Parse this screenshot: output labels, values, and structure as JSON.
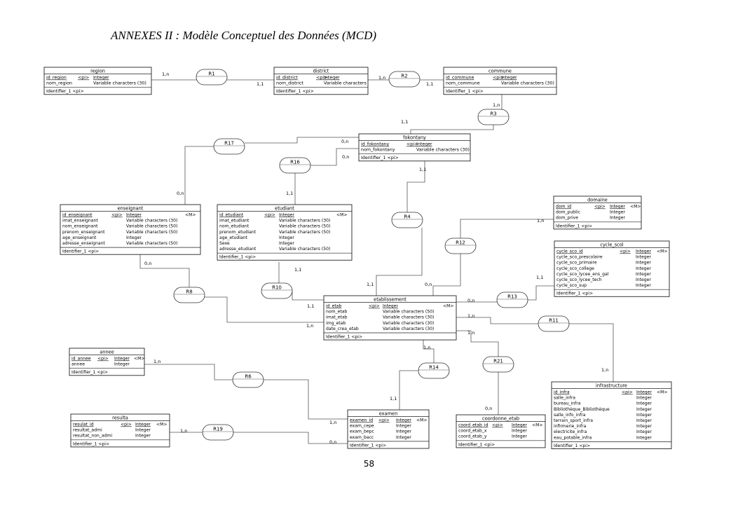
{
  "page": {
    "title": "ANNEXES II : Modèle Conceptuel des Données (MCD)",
    "page_number": "58"
  },
  "entities": [
    {
      "id": "region",
      "name": "region",
      "rows": [
        [
          "id_region",
          "<pi>",
          "Integer"
        ],
        [
          "nom_region",
          "",
          "Variable characters (30)"
        ]
      ],
      "identifier": "Identifier_1  <pi>"
    },
    {
      "id": "district",
      "name": "district",
      "rows": [
        [
          "id_district",
          "<pi>",
          "Integer"
        ],
        [
          "nom_district",
          "",
          "Variable characters"
        ]
      ],
      "identifier": "Identifier_1  <pi>"
    },
    {
      "id": "commune",
      "name": "commune",
      "rows": [
        [
          "id_commune",
          "<pi>",
          "Integer"
        ],
        [
          "nom_commune",
          "",
          "Variable characters (30)"
        ]
      ],
      "identifier": "Identifier_1  <pi>"
    },
    {
      "id": "fokontany",
      "name": "fokontany",
      "rows": [
        [
          "id_fokontany",
          "<pi>",
          "Integer"
        ],
        [
          "nom_fokontany",
          "",
          "Variable characters (30)"
        ]
      ],
      "identifier": "Identifier_1  <pi>"
    },
    {
      "id": "enseignant",
      "name": "enseignant",
      "rows": [
        [
          "id_enseignant",
          "<pi>",
          "Integer",
          "<M>"
        ],
        [
          "imat_enseignant",
          "",
          "Variable characters (30)",
          ""
        ],
        [
          "nom_enseignant",
          "",
          "Variable characters (50)",
          ""
        ],
        [
          "prenom_enseignant",
          "",
          "Variable characters (50)",
          ""
        ],
        [
          "age_enseignant",
          "",
          "Integer",
          ""
        ],
        [
          "adresse_enseignant",
          "",
          "Variable characters (50)",
          ""
        ]
      ],
      "identifier": "Identifier_1  <pi>"
    },
    {
      "id": "etudiant",
      "name": "etudiant",
      "rows": [
        [
          "id_etudiant",
          "<pi>",
          "Integer",
          "<M>"
        ],
        [
          "imat_etudiant",
          "",
          "Variable characters (30)",
          ""
        ],
        [
          "nom_etudiant",
          "",
          "Variable characters (50)",
          ""
        ],
        [
          "prenom_etudiant",
          "",
          "Variable characters (50)",
          ""
        ],
        [
          "age_etudiant",
          "",
          "Integer",
          ""
        ],
        [
          "Sexe",
          "",
          "Integer",
          ""
        ],
        [
          "adresse_etudiant",
          "",
          "Variable characters (50)",
          ""
        ]
      ],
      "identifier": "Identifier_1  <pi>"
    },
    {
      "id": "domaine",
      "name": "domaine",
      "rows": [
        [
          "dom_id",
          "<pi>",
          "Integer",
          "<M>"
        ],
        [
          "dom_public",
          "",
          "Integer",
          ""
        ],
        [
          "dom_prive",
          "",
          "Integer",
          ""
        ]
      ],
      "identifier": "Identifier_1  <pi>"
    },
    {
      "id": "cycle_scol",
      "name": "cycle_scol",
      "rows": [
        [
          "cycle_sco_id",
          "<pi>",
          "Integer",
          "<M>"
        ],
        [
          "cycle_sco_prescolaire",
          "",
          "Integer",
          ""
        ],
        [
          "cycle_sco_primaire",
          "",
          "Integer",
          ""
        ],
        [
          "cycle_sco_college",
          "",
          "Integer",
          ""
        ],
        [
          "cycle_sco_lycee_ens_gal",
          "",
          "Integer",
          ""
        ],
        [
          "cycle_sco_lycee_tech",
          "",
          "Integer",
          ""
        ],
        [
          "cycle_sco_sup",
          "",
          "Integer",
          ""
        ]
      ],
      "identifier": "Identifier_1  <pi>"
    },
    {
      "id": "etablissement",
      "name": "etablissement",
      "rows": [
        [
          "id_etab",
          "<pi>",
          "Integer",
          "<M>"
        ],
        [
          "nom_etab",
          "",
          "Variable characters (50)",
          ""
        ],
        [
          "imat_etab",
          "",
          "Variable characters (30)",
          ""
        ],
        [
          "img_etab",
          "",
          "Variable characters (30)",
          ""
        ],
        [
          "date_crea_etab",
          "",
          "Variable characters (30)",
          ""
        ]
      ],
      "identifier": "Identifier_1  <pi>"
    },
    {
      "id": "annee",
      "name": "annee",
      "rows": [
        [
          "id_annee",
          "<pi>",
          "Integer",
          "<M>"
        ],
        [
          "annee",
          "",
          "Integer",
          ""
        ]
      ],
      "identifier": "Identifier_1  <pi>"
    },
    {
      "id": "resulta",
      "name": "resulta",
      "rows": [
        [
          "resulat_id",
          "<pi>",
          "Integer",
          "<M>"
        ],
        [
          "resultat_admi",
          "",
          "Integer",
          ""
        ],
        [
          "resultat_non_admi",
          "",
          "Integer",
          ""
        ]
      ],
      "identifier": "Identifier_1  <pi>"
    },
    {
      "id": "examen",
      "name": "examen",
      "rows": [
        [
          "examen_id",
          "<pi>",
          "Integer",
          "<M>"
        ],
        [
          "exam_cepe",
          "",
          "Integer",
          ""
        ],
        [
          "exam_bepc",
          "",
          "Integer",
          ""
        ],
        [
          "exam_bacc",
          "",
          "Integer",
          ""
        ]
      ],
      "identifier": "Identifier_1  <pi>"
    },
    {
      "id": "coordonne_etab",
      "name": "coordonne_etab",
      "rows": [
        [
          "coord_etab_id",
          "<pi>",
          "Integer",
          "<M>"
        ],
        [
          "coord_etab_x",
          "",
          "Integer",
          ""
        ],
        [
          "coord_etab_y",
          "",
          "Integer",
          ""
        ]
      ],
      "identifier": "Identifier_1  <pi>"
    },
    {
      "id": "infrastructure",
      "name": "infrastructure",
      "rows": [
        [
          "id_infra",
          "<pi>",
          "Integer",
          "<M>"
        ],
        [
          "salle_infra",
          "",
          "Integer",
          ""
        ],
        [
          "bureau_infra",
          "",
          "Integer",
          ""
        ],
        [
          "Bibliothèque_Bibliothèque",
          "",
          "Integer",
          ""
        ],
        [
          "salle_info_infra",
          "",
          "Integer",
          ""
        ],
        [
          "terrain_sport_infra",
          "",
          "Integer",
          ""
        ],
        [
          "infirmerie_infra",
          "",
          "Integer",
          ""
        ],
        [
          "electricite_infra",
          "",
          "Integer",
          ""
        ],
        [
          "eau_potable_infra",
          "",
          "Integer",
          ""
        ]
      ],
      "identifier": "Identifier_1  <pi>"
    }
  ],
  "relations": [
    {
      "id": "R1",
      "label": "R1"
    },
    {
      "id": "R2",
      "label": "R2"
    },
    {
      "id": "R3",
      "label": "R3"
    },
    {
      "id": "R4",
      "label": "R4"
    },
    {
      "id": "R6",
      "label": "R6"
    },
    {
      "id": "R8",
      "label": "R8"
    },
    {
      "id": "R10",
      "label": "R10"
    },
    {
      "id": "R11",
      "label": "R11"
    },
    {
      "id": "R12",
      "label": "R12"
    },
    {
      "id": "R13",
      "label": "R13"
    },
    {
      "id": "R14",
      "label": "R14"
    },
    {
      "id": "R16",
      "label": "R16"
    },
    {
      "id": "R17",
      "label": "R17"
    },
    {
      "id": "R19",
      "label": "R19"
    },
    {
      "id": "R21",
      "label": "R21"
    }
  ],
  "cardinalities": [
    "1,n",
    "1,1",
    "1,n",
    "1,1",
    "1,n",
    "1,1",
    "0,n",
    "0,n",
    "0,n",
    "1,1",
    "1,1",
    "1,1",
    "0,n",
    "1,1",
    "1,1",
    "1,n",
    "1,n",
    "0,n",
    "0,n",
    "1,1",
    "1,n",
    "1,n",
    "1,n",
    "0,n",
    "1,n",
    "1,1",
    "1,n",
    "1,n",
    "1,n",
    "0,n",
    "1,1"
  ]
}
